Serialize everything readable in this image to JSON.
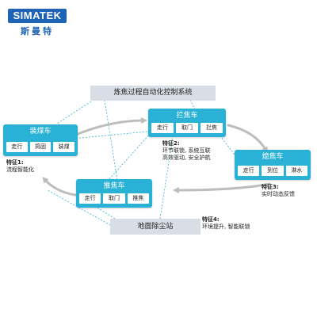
{
  "logo": {
    "brand": "SIMATEK",
    "cn": "斯曼特"
  },
  "title": "炼焦过程自动化控制系统",
  "bottom_station": "地面除尘站",
  "cards": {
    "coal": {
      "title": "装煤车",
      "buttons": [
        "走行",
        "捣固",
        "装煤"
      ]
    },
    "block": {
      "title": "拦焦车",
      "buttons": [
        "走行",
        "取门",
        "拦焦"
      ]
    },
    "quench": {
      "title": "熄焦车",
      "buttons": [
        "走行",
        "到位",
        "淋水"
      ]
    },
    "push": {
      "title": "推焦车",
      "buttons": [
        "走行",
        "取门",
        "推焦"
      ]
    }
  },
  "features": {
    "f1": {
      "label": "特征1:",
      "lines": [
        "流程智能化"
      ]
    },
    "f2": {
      "label": "特征2:",
      "lines": [
        "环节联锁, 系统互联",
        "高效驱动, 安全护航"
      ]
    },
    "f3": {
      "label": "特征3:",
      "lines": [
        "实时动态反馈"
      ]
    },
    "f4": {
      "label": "特征4:",
      "lines": [
        "环境提升, 智能联锁"
      ]
    }
  },
  "colors": {
    "card": "#2ab2d6",
    "accent_dash": "#2ab2d6",
    "arrow": "#bdbdbd",
    "box": "#d9dde6",
    "brand": "#1e63b5"
  }
}
